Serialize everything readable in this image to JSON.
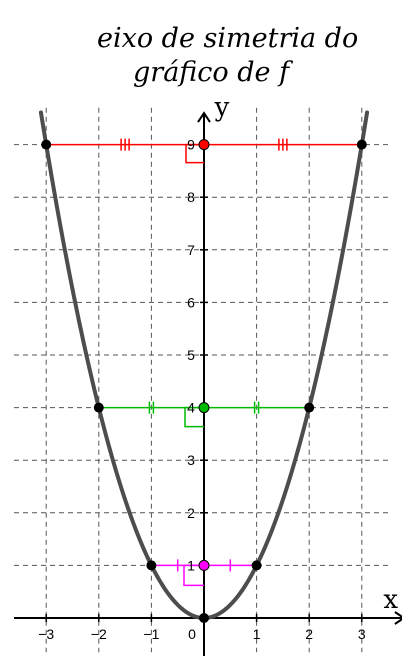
{
  "title": {
    "line1": "eixo de simetria do",
    "line2": "gráfico de f"
  },
  "chart_data": {
    "type": "line",
    "function": "y = x^2",
    "x": [
      -3,
      -2,
      -1,
      0,
      1,
      2,
      3
    ],
    "y": [
      9,
      4,
      1,
      0,
      1,
      4,
      9
    ],
    "xlabel": "x",
    "ylabel": "y",
    "xlim": [
      -3.75,
      3.9
    ],
    "ylim": [
      -0.65,
      9.7
    ],
    "x_ticks": [
      "−3",
      "−2",
      "−1",
      "0",
      "1",
      "2",
      "3"
    ],
    "y_ticks": [
      "1",
      "2",
      "3",
      "4",
      "5",
      "6",
      "7",
      "8",
      "9"
    ],
    "grid": "dashed vertical at x = −3, −2, −1, 1, 2, 3; dashed horizontal at y = 1 … 9",
    "symmetry_segments": [
      {
        "y": 1,
        "x_from": -1,
        "x_to": 1,
        "color": "#ff00ff",
        "marks": 1
      },
      {
        "y": 4,
        "x_from": -2,
        "x_to": 2,
        "color": "#00bb00",
        "marks": 2
      },
      {
        "y": 9,
        "x_from": -3,
        "x_to": 3,
        "color": "#ff0000",
        "marks": 3
      }
    ],
    "colors": {
      "curve": "#4d4d4d",
      "axis": "#000000",
      "grid": "#555555"
    }
  }
}
